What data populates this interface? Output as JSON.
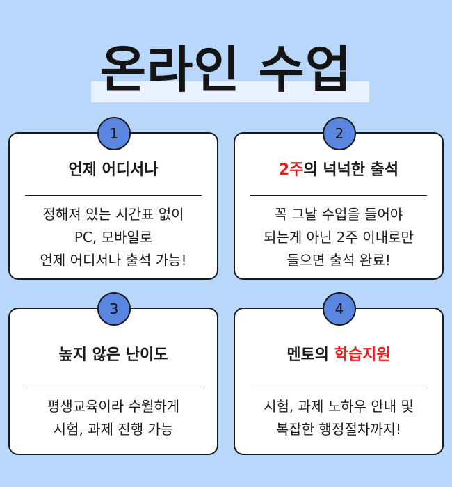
{
  "title": "온라인 수업",
  "cards": [
    {
      "number": "1",
      "heading_pre": "",
      "heading_red": "",
      "heading_post": "언제 어디서나",
      "lines": [
        "정해져 있는 시간표 없이",
        "PC, 모바일로",
        "언제 어디서나 출석 가능!"
      ]
    },
    {
      "number": "2",
      "heading_pre": "",
      "heading_red": "2주",
      "heading_post": "의 넉넉한 출석",
      "lines": [
        "꼭 그날 수업을 들어야",
        "되는게 아닌 2주 이내로만",
        "들으면 출석 완료!"
      ]
    },
    {
      "number": "3",
      "heading_pre": "",
      "heading_red": "",
      "heading_post": "높지 않은 난이도",
      "lines": [
        "평생교육이라 수월하게",
        "시험, 과제 진행 가능"
      ]
    },
    {
      "number": "4",
      "heading_pre": "멘토의 ",
      "heading_red": "학습지원",
      "heading_post": "",
      "lines": [
        "시험, 과제 노하우 안내 및",
        "복잡한 행정절차까지!"
      ]
    }
  ],
  "colors": {
    "background": "#b9d6fb",
    "badge": "#5b86e0",
    "accent_red": "#ea1c1c"
  }
}
